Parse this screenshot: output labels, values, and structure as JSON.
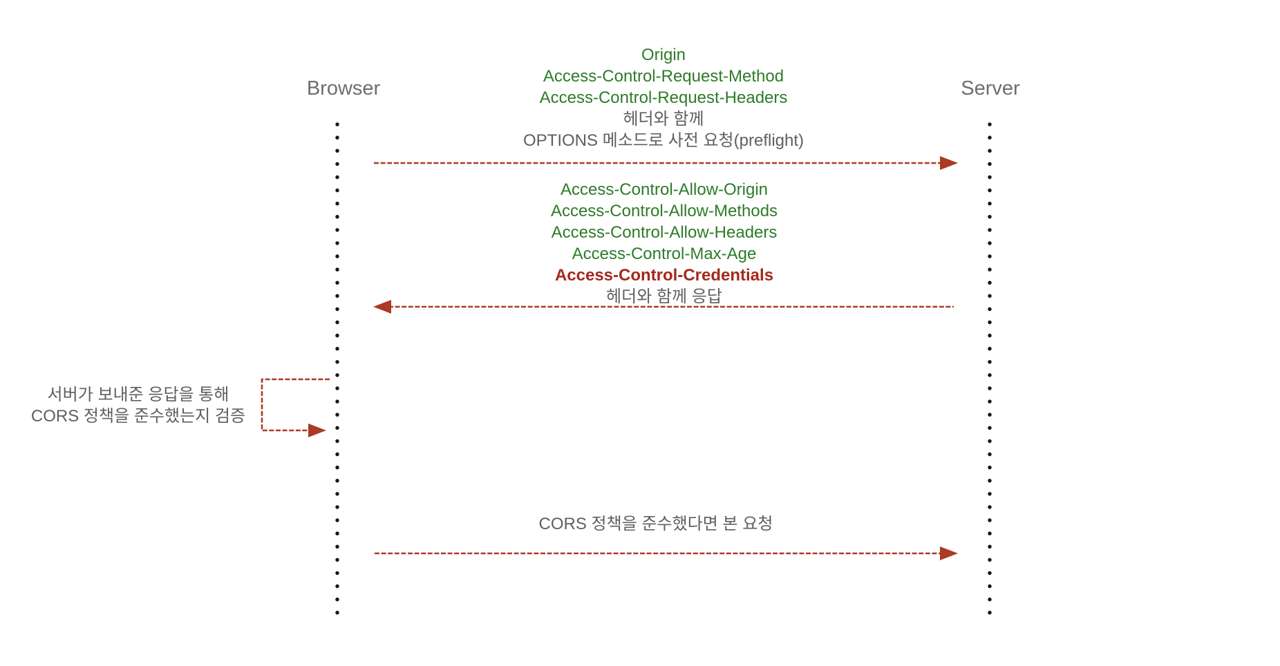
{
  "diagram": {
    "actors": [
      {
        "id": "browser",
        "label": "Browser"
      },
      {
        "id": "server",
        "label": "Server"
      }
    ],
    "colors": {
      "green": "#2e7b28",
      "gray": "#5f5f5f",
      "label_gray": "#6e6e6e",
      "red_text": "#a5281c",
      "arrow": "#ac3a24",
      "dot": "#151515"
    },
    "messages": [
      {
        "id": "preflight-request",
        "direction": "browser-to-server",
        "lines": [
          {
            "text": "Origin"
          },
          {
            "text": "Access-Control-Request-Method"
          },
          {
            "text": "Access-Control-Request-Headers"
          },
          {
            "text": "헤더와 함께"
          },
          {
            "text": "OPTIONS 메소드로 사전 요청(preflight)"
          }
        ]
      },
      {
        "id": "preflight-response",
        "direction": "server-to-browser",
        "lines": [
          {
            "text": "Access-Control-Allow-Origin"
          },
          {
            "text": "Access-Control-Allow-Methods"
          },
          {
            "text": "Access-Control-Allow-Headers"
          },
          {
            "text": "Access-Control-Max-Age"
          },
          {
            "text": "Access-Control-Credentials"
          },
          {
            "text": "헤더와 함께 응답"
          }
        ]
      },
      {
        "id": "self-validation",
        "direction": "browser-self",
        "lines": [
          {
            "text": "서버가 보내준 응답을 통해"
          },
          {
            "text": "CORS 정책을 준수했는지 검증"
          }
        ]
      },
      {
        "id": "main-request",
        "direction": "browser-to-server",
        "lines": [
          {
            "text": "CORS 정책을 준수했다면 본 요청"
          }
        ]
      }
    ]
  }
}
